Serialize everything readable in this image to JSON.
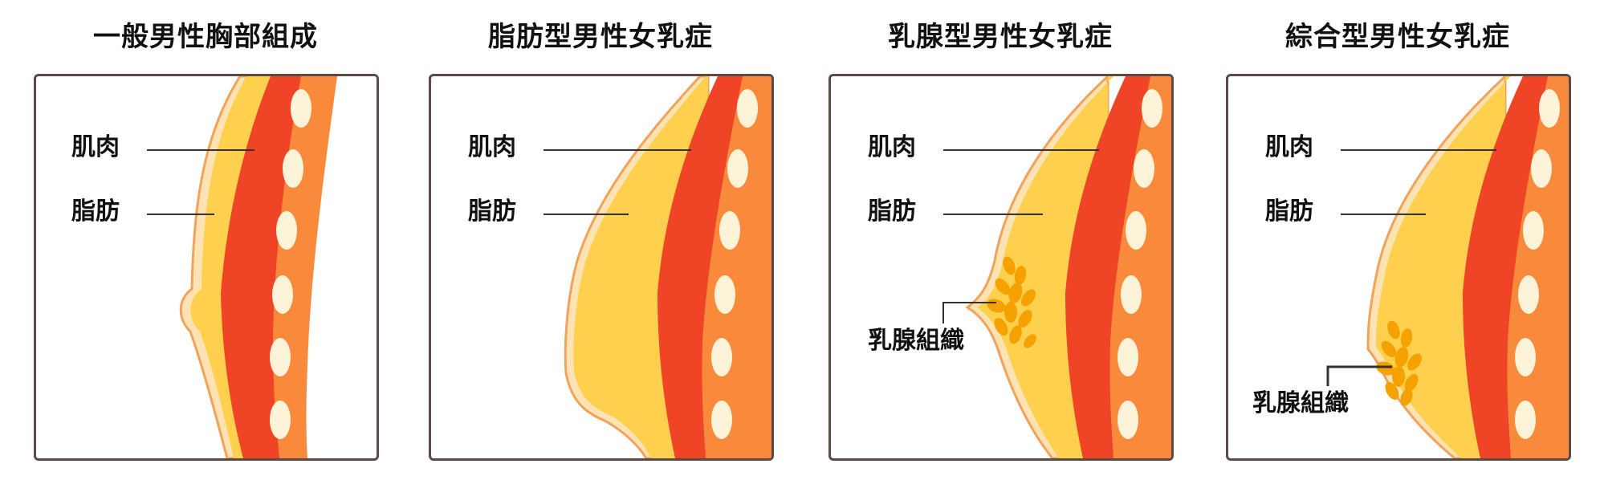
{
  "panels": [
    {
      "title": "一般男性胸部組成",
      "muscle_label": "肌肉",
      "fat_label": "脂肪"
    },
    {
      "title": "脂肪型男性女乳症",
      "muscle_label": "肌肉",
      "fat_label": "脂肪"
    },
    {
      "title": "乳腺型男性女乳症",
      "muscle_label": "肌肉",
      "fat_label": "脂肪",
      "gland_label": "乳腺組織"
    },
    {
      "title": "綜合型男性女乳症",
      "muscle_label": "肌肉",
      "fat_label": "脂肪",
      "gland_label": "乳腺組織"
    }
  ],
  "colors": {
    "frame": "#5b4a46",
    "fat": "#ffd04d",
    "skin_line": "#f2a25a",
    "muscle": "#ef4426",
    "rib_wall": "#f98a3b",
    "rib": "#fdf3d8",
    "gland": "#f5a100",
    "leader": "#333333"
  }
}
